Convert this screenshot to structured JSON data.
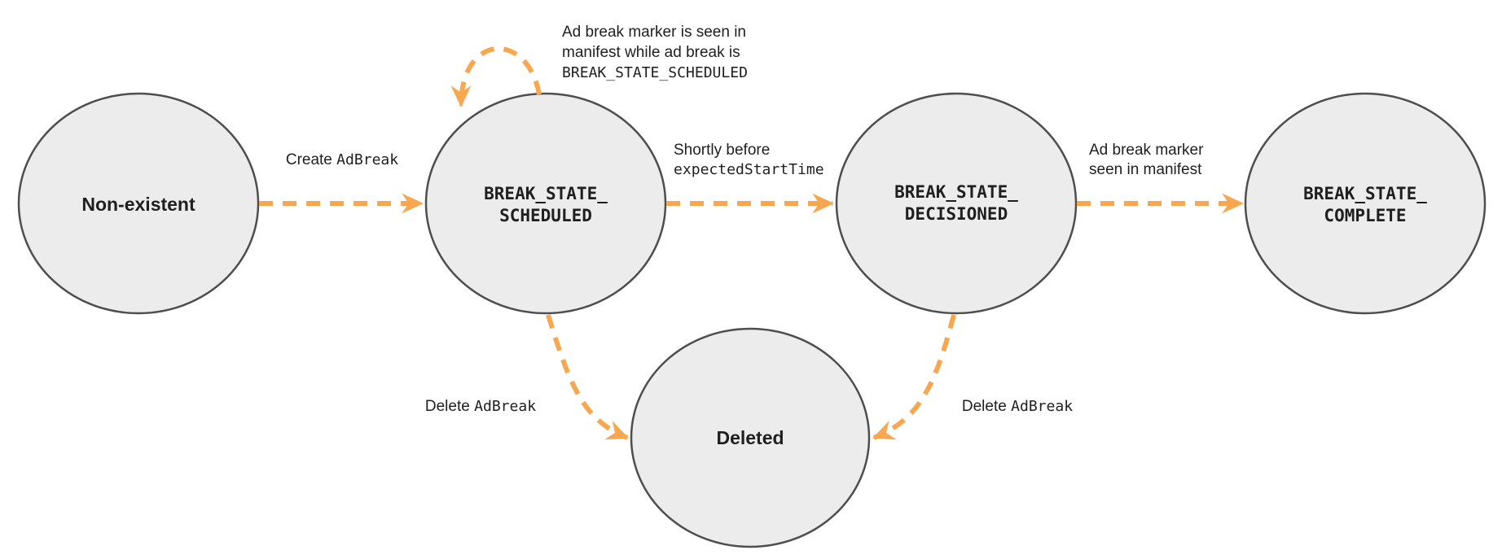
{
  "colors": {
    "arrow-color": "#f6a750",
    "node-fill": "#ececec",
    "node-stroke": "#4e4e50",
    "text-color": "#1f1f1f",
    "bg-color": "#ffffff"
  },
  "nodes": {
    "non_existent": {
      "label": "Non-existent"
    },
    "scheduled": {
      "line1": "BREAK_STATE_",
      "line2": "SCHEDULED"
    },
    "decisioned": {
      "line1": "BREAK_STATE_",
      "line2": "DECISIONED"
    },
    "complete": {
      "line1": "BREAK_STATE_",
      "line2": "COMPLETE"
    },
    "deleted": {
      "label": "Deleted"
    }
  },
  "edge_labels": {
    "create": {
      "plain": "Create",
      "code": "AdBreak"
    },
    "self_loop": {
      "line1": "Ad break marker is seen in",
      "line2": "manifest while ad break is",
      "line3_code": "BREAK_STATE_SCHEDULED"
    },
    "to_decisioned": {
      "line1_plain": "Shortly before",
      "line2_code": "expectedStartTime"
    },
    "to_complete": {
      "line1": "Ad break marker",
      "line2": "seen in manifest"
    },
    "delete_from_scheduled": {
      "plain": "Delete",
      "code": "AdBreak"
    },
    "delete_from_decisioned": {
      "plain": "Delete",
      "code": "AdBreak"
    }
  }
}
